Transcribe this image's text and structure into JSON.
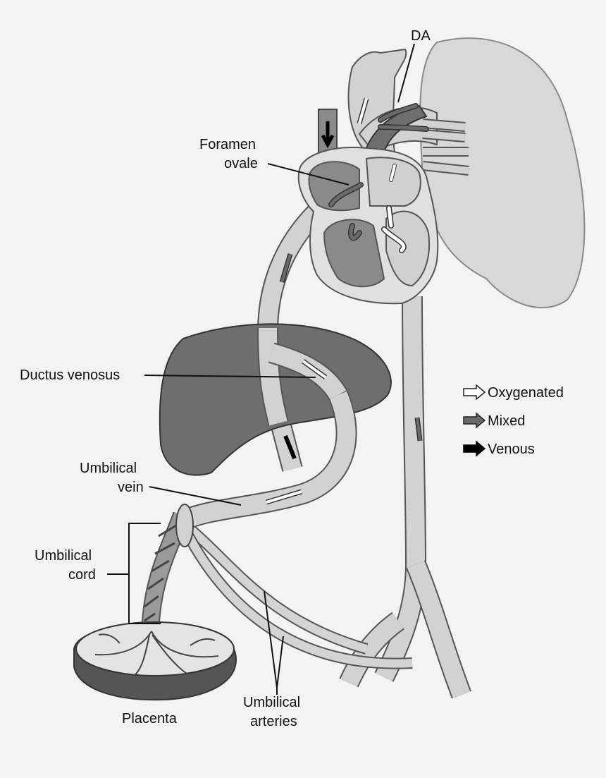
{
  "labels": {
    "da": "DA",
    "foramen_line1": "Foramen",
    "foramen_line2": "ovale",
    "ductus": "Ductus venosus",
    "uvein_line1": "Umbilical",
    "uvein_line2": "vein",
    "cord_line1": "Umbilical",
    "cord_line2": "cord",
    "placenta": "Placenta",
    "arteries_line1": "Umbilical",
    "arteries_line2": "arteries"
  },
  "legend": [
    {
      "label": "Oxygenated",
      "color": "#ffffff"
    },
    {
      "label": "Mixed",
      "color": "#6a6a6a"
    },
    {
      "label": "Venous",
      "color": "#000000"
    }
  ],
  "colors": {
    "background": "#f3f3f3",
    "lung": "#d8d8d8",
    "liver": "#6e6e6e",
    "vessel": "#d2d2d2",
    "outline": "#555555"
  }
}
